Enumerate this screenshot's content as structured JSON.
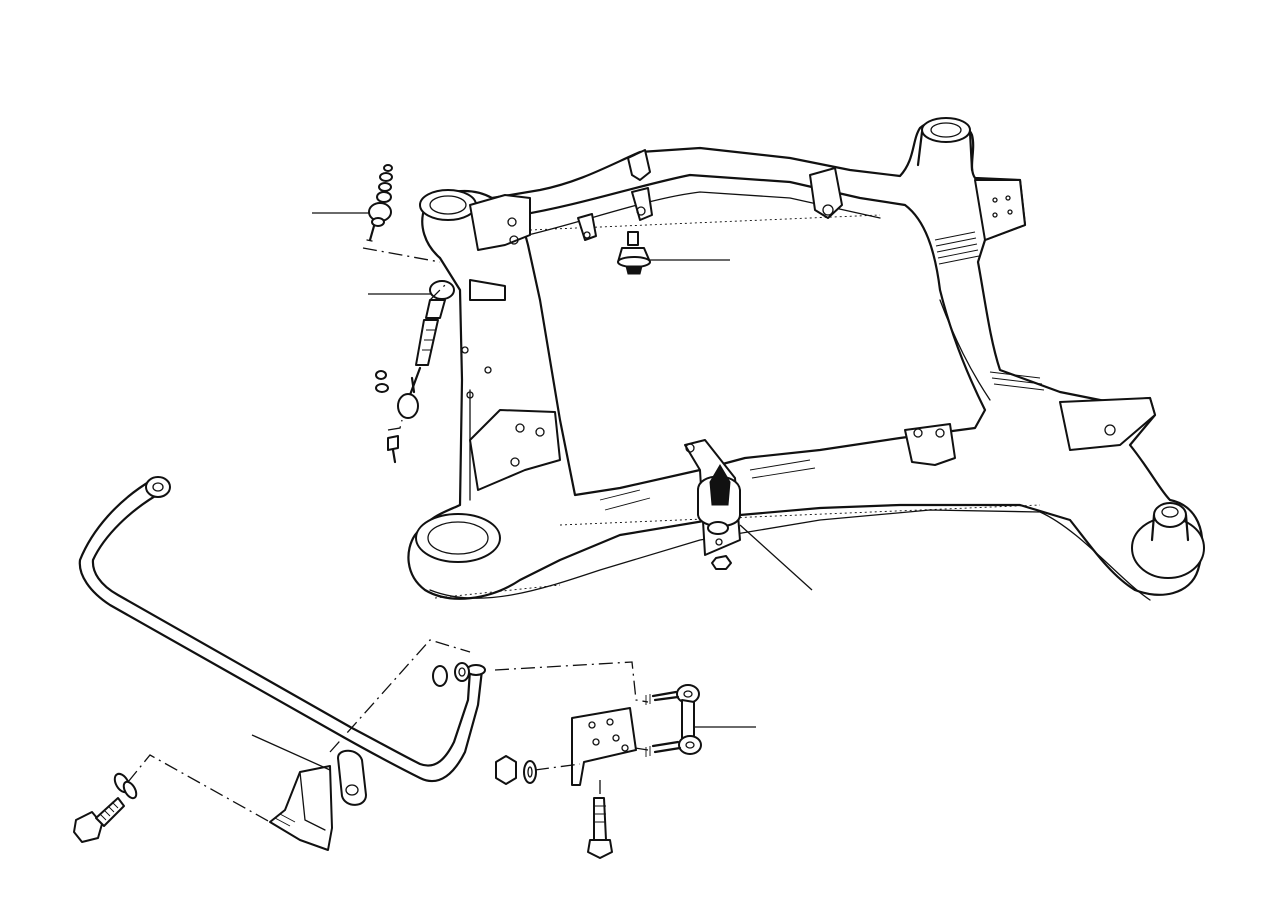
{
  "diagram": {
    "type": "exploded-parts-illustration",
    "colors": {
      "ink": "#111111",
      "paper": "#ffffff"
    },
    "components": [
      "subframe",
      "front-mount-bushing",
      "rear-mount-bushing",
      "engine-mount-pad",
      "torque-rod",
      "rubber-bump-stop",
      "anti-roll-bar",
      "anti-roll-bar-clamp",
      "drop-link",
      "link-bracket",
      "bolts-and-nuts"
    ],
    "leader_lines": 6
  }
}
